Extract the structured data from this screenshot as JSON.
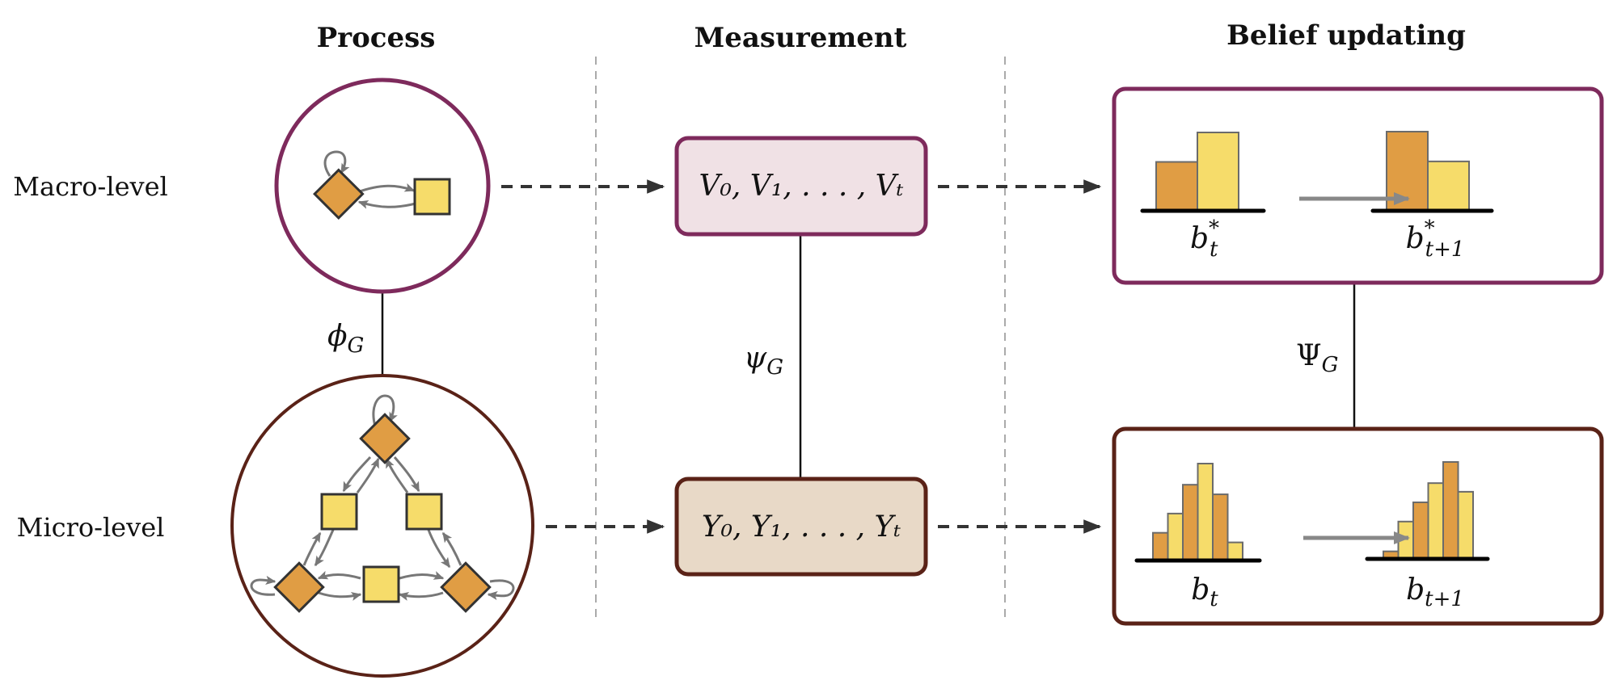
{
  "columns": {
    "process": "Process",
    "measurement": "Measurement",
    "belief": "Belief updating"
  },
  "rows": {
    "macro": "Macro-level",
    "micro": "Micro-level"
  },
  "maps": {
    "phi": {
      "symbol": "ϕ",
      "sub": "G"
    },
    "psi": {
      "symbol": "ψ",
      "sub": "G"
    },
    "Psi": {
      "symbol": "Ψ",
      "sub": "G"
    }
  },
  "measurements": {
    "macro": {
      "var": "V",
      "text": "V₀, V₁, . . . , Vₜ"
    },
    "micro": {
      "var": "Y",
      "text": "Y₀, Y₁, . . . , Yₜ"
    }
  },
  "beliefs": {
    "macro_before": {
      "label": "b",
      "sup": "*",
      "sub": "t",
      "values": [
        0.62,
        1.0
      ]
    },
    "macro_after": {
      "label": "b",
      "sup": "*",
      "sub": "t+1",
      "values": [
        1.0,
        0.62
      ]
    },
    "micro_before": {
      "label": "b",
      "sup": "",
      "sub": "t",
      "values": [
        0.28,
        0.48,
        0.78,
        1.0,
        0.68,
        0.18
      ]
    },
    "micro_after": {
      "label": "b",
      "sup": "",
      "sub": "t+1",
      "values": [
        0.07,
        0.38,
        0.58,
        0.78,
        1.0,
        0.69
      ]
    }
  },
  "colors": {
    "macro": "#7e2a5c",
    "micro": "#5a2217",
    "macro_fill": "#f0e1e5",
    "micro_fill": "#e8d9c7",
    "orange": "#e09d44",
    "yellow": "#f6dc6a",
    "arrow_gray": "#777777"
  }
}
